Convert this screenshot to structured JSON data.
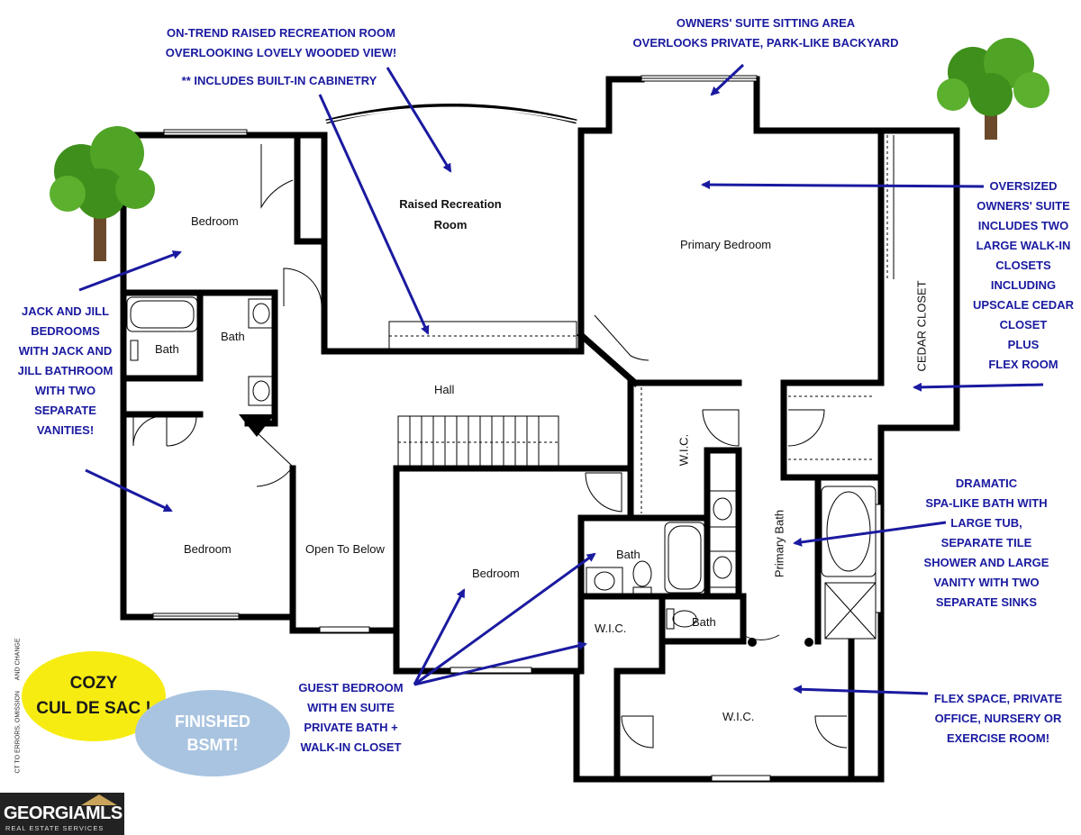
{
  "rooms": {
    "bedroom_nw": "Bedroom",
    "recreation_line1": "Raised Recreation",
    "recreation_line2": "Room",
    "primary_bedroom": "Primary Bedroom",
    "cedar_closet": "CEDAR CLOSET",
    "bath_1": "Bath",
    "bath_2": "Bath",
    "hall": "Hall",
    "bedroom_sw": "Bedroom",
    "open_to_below": "Open To Below",
    "bedroom_s": "Bedroom",
    "wic_1": "W.I.C.",
    "primary_bath": "Primary Bath",
    "bath_3": "Bath",
    "wic_2": "W.I.C.",
    "bath_4": "Bath",
    "wic_3": "W.I.C."
  },
  "annotations": {
    "recreation": [
      "ON-TREND RAISED RECREATION ROOM",
      "OVERLOOKING LOVELY WOODED VIEW!"
    ],
    "cabinetry": "** INCLUDES BUILT-IN CABINETRY",
    "sitting_area": [
      "OWNERS' SUITE SITTING AREA",
      "OVERLOOKS PRIVATE, PARK-LIKE BACKYARD"
    ],
    "owners_suite": [
      "OVERSIZED",
      "OWNERS' SUITE",
      "INCLUDES TWO",
      "LARGE WALK-IN",
      "CLOSETS",
      "INCLUDING",
      "UPSCALE CEDAR",
      "CLOSET",
      "PLUS",
      "FLEX ROOM"
    ],
    "jack_jill": [
      "JACK AND JILL",
      "BEDROOMS",
      "WITH JACK AND",
      "JILL BATHROOM",
      "WITH TWO",
      "SEPARATE",
      "VANITIES!"
    ],
    "spa_bath": [
      "DRAMATIC",
      "SPA-LIKE BATH WITH",
      "LARGE TUB,",
      "SEPARATE TILE",
      "SHOWER AND LARGE",
      "VANITY WITH TWO",
      "SEPARATE SINKS"
    ],
    "guest_bedroom": [
      "GUEST BEDROOM",
      "WITH EN SUITE",
      "PRIVATE BATH +",
      "WALK-IN CLOSET"
    ],
    "flex_space": [
      "FLEX SPACE, PRIVATE",
      "OFFICE, NURSERY OR",
      "EXERCISE ROOM!"
    ]
  },
  "badges": {
    "cozy": [
      "COZY",
      "CUL DE SAC !"
    ],
    "basement": [
      "FINISHED",
      "BSMT!"
    ]
  },
  "disclaimer": [
    "CT TO ERRORS, OMISSION",
    "AND CHANGE"
  ],
  "logo": {
    "brand": "GEORGIAMLS",
    "sub": "REAL ESTATE SERVICES"
  },
  "colors": {
    "annotation": "#1a1aa0",
    "walls": "#000000",
    "cozy_badge": "#f6ec12",
    "bsmt_badge": "#a9c4e0",
    "tree_foliage": "#3f8f1c",
    "tree_trunk": "#6b4a2b"
  }
}
